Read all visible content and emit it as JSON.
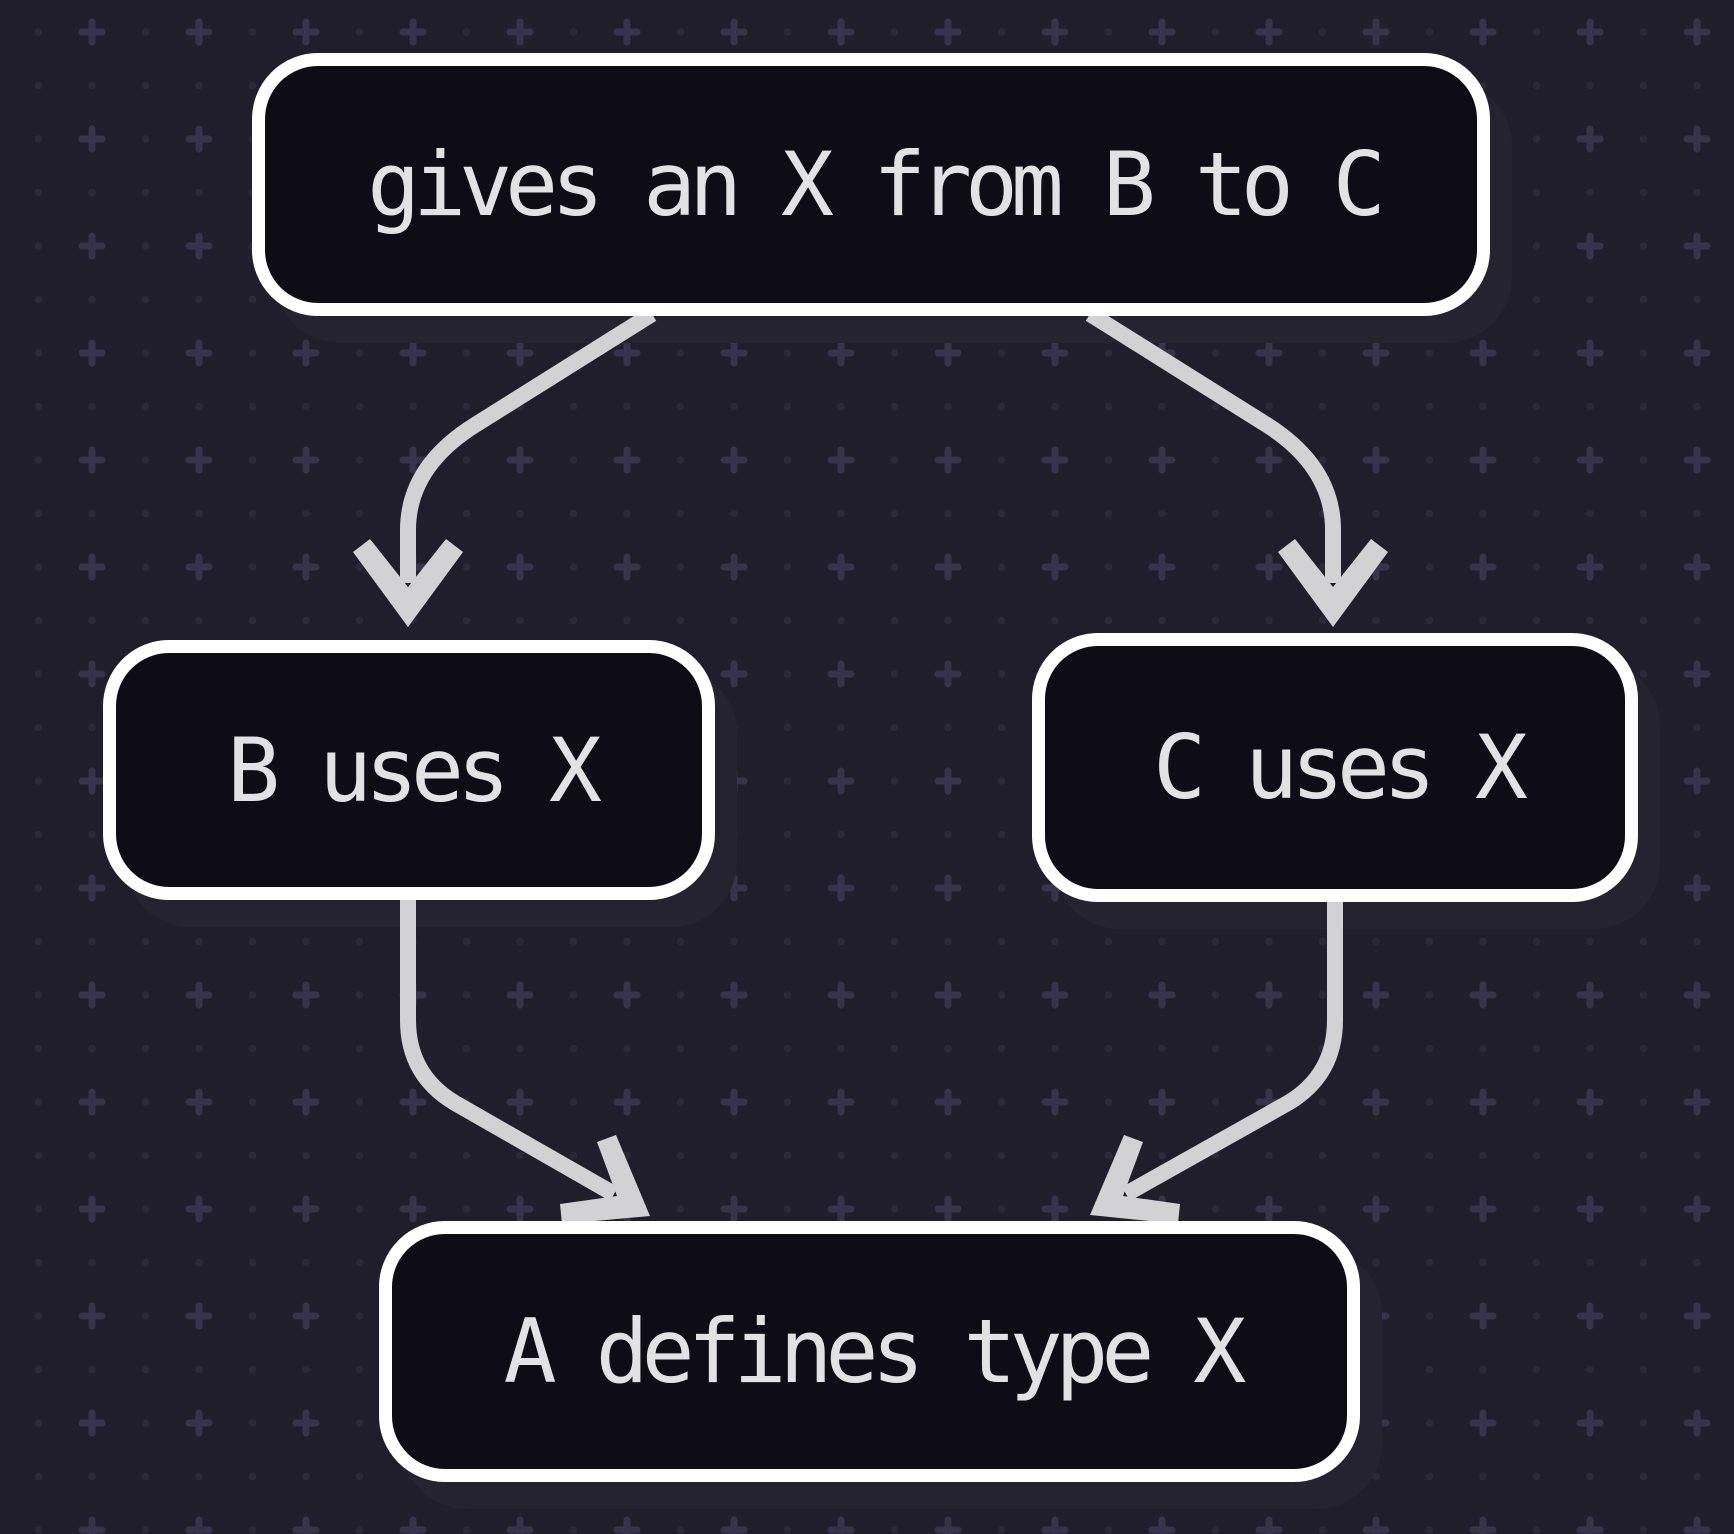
{
  "diagram": {
    "title": "dependency-flow-diagram",
    "background_color": "#201e2b",
    "pattern_dot_color": "#2b2938",
    "pattern_plus_color": "#37334b",
    "node_fill_color": "#0e0d15",
    "node_border_color": "#ffffff",
    "node_shadow_color": "#262330",
    "arrow_color": "#d2d1d3",
    "text_color": "#e2e1e4",
    "nodes": [
      {
        "id": "action",
        "label": "gives an X from B to C"
      },
      {
        "id": "b",
        "label": "B uses X"
      },
      {
        "id": "c",
        "label": "C uses X"
      },
      {
        "id": "a",
        "label": "A defines type X"
      }
    ],
    "edges": [
      {
        "from": "action",
        "to": "b"
      },
      {
        "from": "action",
        "to": "c"
      },
      {
        "from": "b",
        "to": "a"
      },
      {
        "from": "c",
        "to": "a"
      }
    ]
  }
}
